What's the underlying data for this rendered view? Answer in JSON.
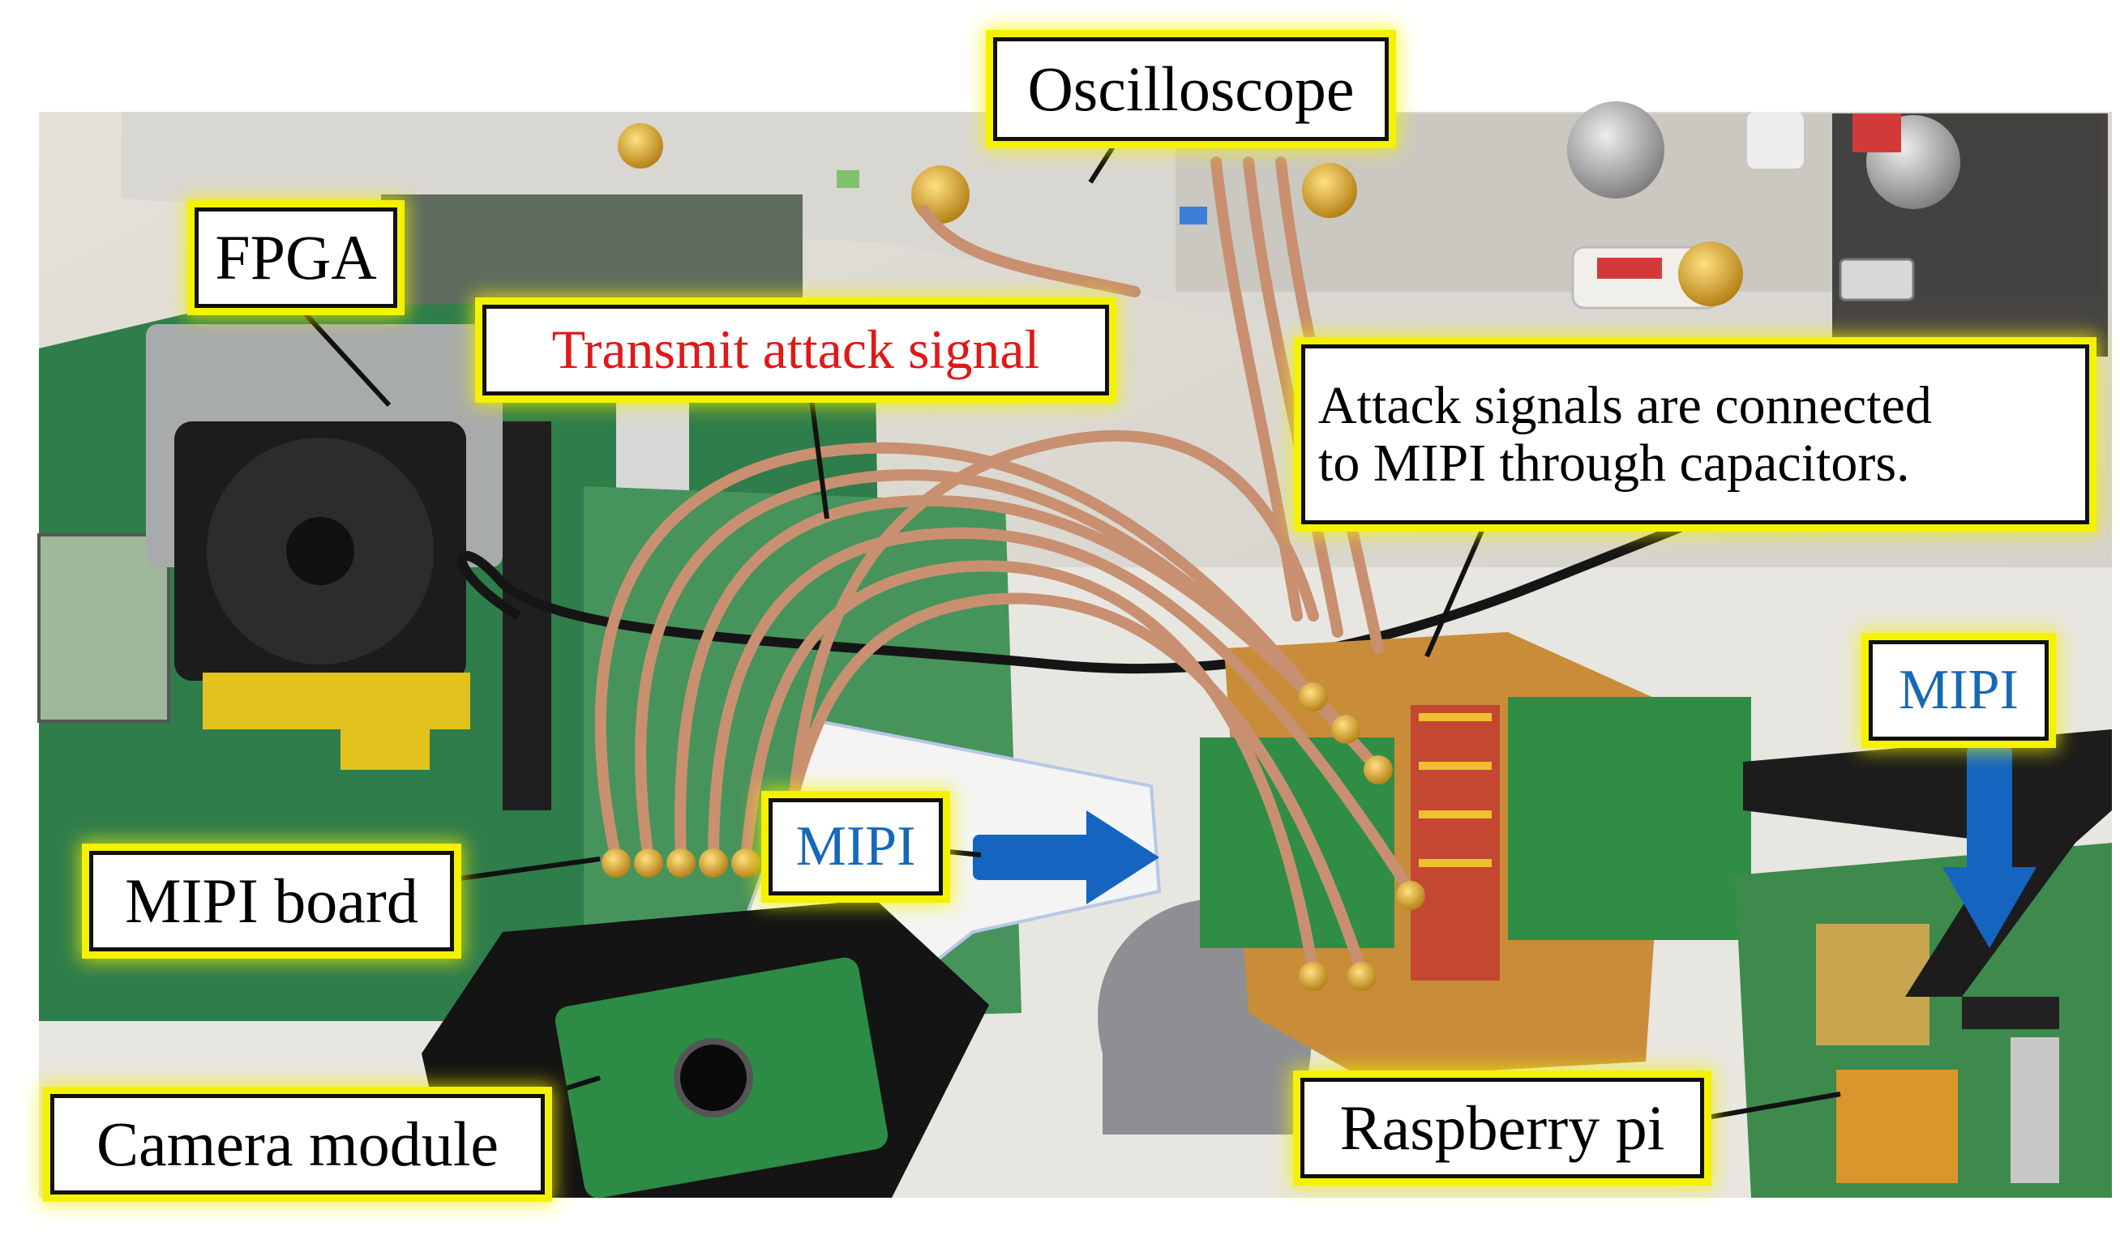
{
  "labels": {
    "oscilloscope": "Oscilloscope",
    "fpga": "FPGA",
    "transmit": "Transmit attack signal",
    "attack_line1": "Attack signals are connected",
    "attack_line2": "to MIPI through capacitors.",
    "mipi_board": "MIPI board",
    "mipi_cable": "MIPI",
    "mipi_pi": "MIPI",
    "camera": "Camera module",
    "raspberry": "Raspberry pi"
  },
  "colors": {
    "highlight": "#f4f200",
    "transmit_text": "#e01818",
    "mipi_text": "#1669b8",
    "arrow": "#1565c0",
    "cable": "#c89070",
    "pcb_green": "#3f8c55"
  }
}
